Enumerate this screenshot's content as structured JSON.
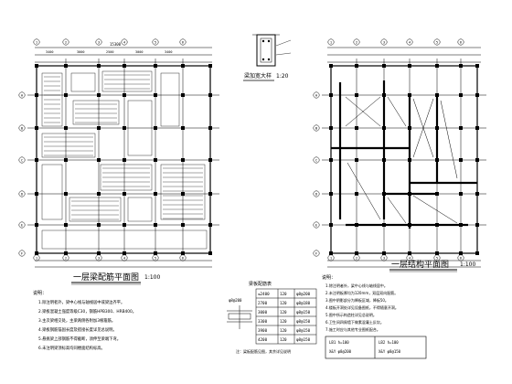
{
  "left_plan": {
    "title": "一层梁配筋平面图",
    "scale": "1:100",
    "axis_numbers": [
      "1",
      "2",
      "3",
      "4",
      "5",
      "6"
    ],
    "axis_letters": [
      "A",
      "B",
      "C",
      "D",
      "E",
      "F"
    ],
    "dim_top": [
      "3400",
      "3000",
      "2500",
      "3000",
      "3400"
    ],
    "dim_total": "15300",
    "notes_heading": "说明：",
    "notes": [
      "1.除注明者外，梁中心线与轴线居中或梁边齐平。",
      "2.梁板混凝土强度等级C30，钢筋HPB300、HRB400。",
      "3.主次梁相交处，主梁两侧各附加3根箍筋。",
      "4.梁板钢筋锚固长度及搭接长度详见总说明。",
      "5.悬挑梁上部钢筋不得截断，须伸至梁端下弯。",
      "6.未注明梁顶标高均同楼面结构标高。"
    ]
  },
  "detail": {
    "title": "梁加宽大样",
    "scale": "1:20"
  },
  "table": {
    "title": "梁板配筋表",
    "rows": [
      [
        "≤2400",
        "120",
        "φ8@200"
      ],
      [
        "2700",
        "120",
        "φ8@180"
      ],
      [
        "3000",
        "120",
        "φ8@150"
      ],
      [
        "3300",
        "120",
        "φ8@150"
      ],
      [
        "3900",
        "120",
        "φ8@150"
      ],
      [
        "4200",
        "120",
        "φ8@150"
      ]
    ],
    "slab_label": "φ8@200",
    "note": "注：梁板配筋见图，其余详见说明"
  },
  "right_plan": {
    "title": "一层结构平面图",
    "scale": "1:100",
    "notes_heading": "说明：",
    "notes": [
      "1.除注明者外，梁中心线与轴线居中。",
      "2.未注明板厚均为120mm，双层双向配筋。",
      "3.图中阴影部分为降板区域，降板50。",
      "4.楼板开洞处详见设备图纸，不得随意开洞。",
      "5.图中所示构造柱详见总说明。",
      "6.卫生间四周墙下做素混凝土反坎。",
      "7.施工时应与其他专业图纸配合。"
    ],
    "legend_heading": "LB1  h=100",
    "legend_1": "X&Y φ8@200",
    "legend_2": "LB2  h=100",
    "legend_3": "X&Y φ8@150"
  },
  "colors": {
    "line": "#000000",
    "background": "#ffffff"
  }
}
